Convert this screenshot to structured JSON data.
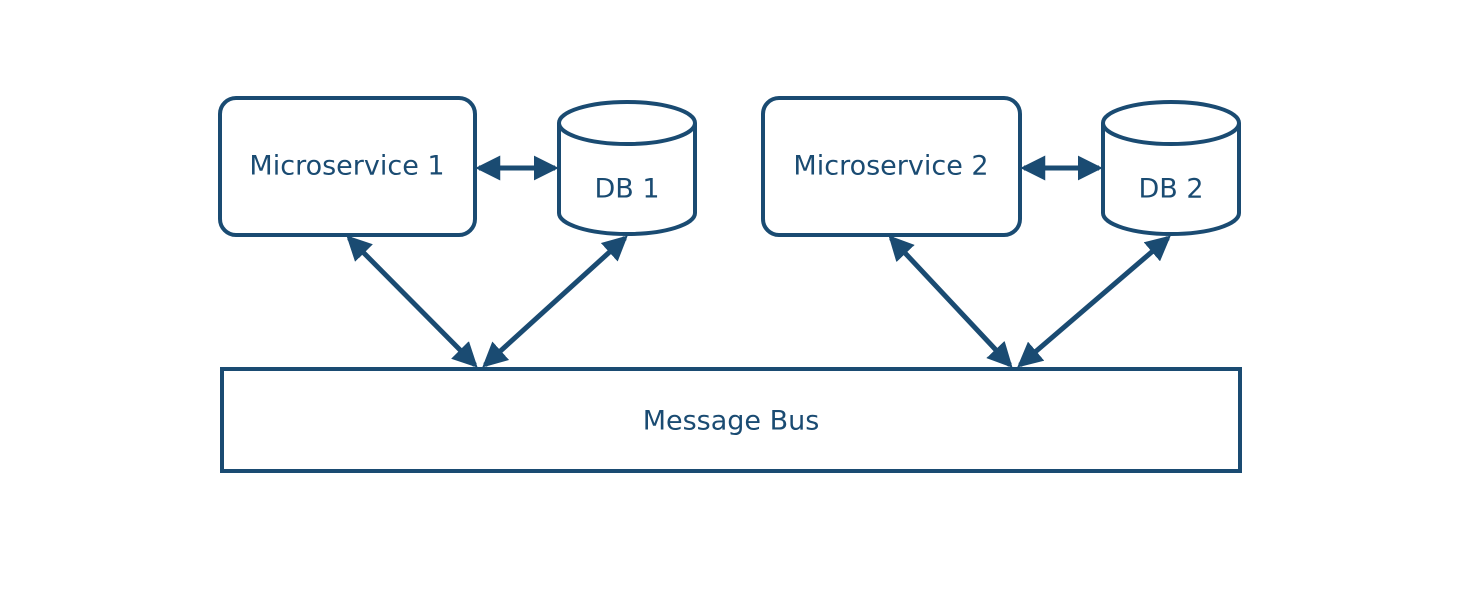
{
  "diagram": {
    "colors": {
      "stroke": "#1a4b72",
      "text": "#1a4b72",
      "background": "#ffffff"
    },
    "nodes": {
      "microservice_1": {
        "label": "Microservice 1",
        "shape": "rounded-rectangle"
      },
      "db_1": {
        "label": "DB 1",
        "shape": "cylinder"
      },
      "microservice_2": {
        "label": "Microservice 2",
        "shape": "rounded-rectangle"
      },
      "db_2": {
        "label": "DB 2",
        "shape": "cylinder"
      },
      "message_bus": {
        "label": "Message Bus",
        "shape": "rectangle"
      }
    },
    "edges": [
      {
        "from": "Microservice 1",
        "to": "DB 1",
        "direction": "bidirectional"
      },
      {
        "from": "Microservice 1",
        "to": "Message Bus",
        "direction": "bidirectional"
      },
      {
        "from": "DB 1",
        "to": "Message Bus",
        "direction": "bidirectional"
      },
      {
        "from": "Microservice 2",
        "to": "DB 2",
        "direction": "bidirectional"
      },
      {
        "from": "Microservice 2",
        "to": "Message Bus",
        "direction": "bidirectional"
      },
      {
        "from": "DB 2",
        "to": "Message Bus",
        "direction": "bidirectional"
      }
    ]
  }
}
